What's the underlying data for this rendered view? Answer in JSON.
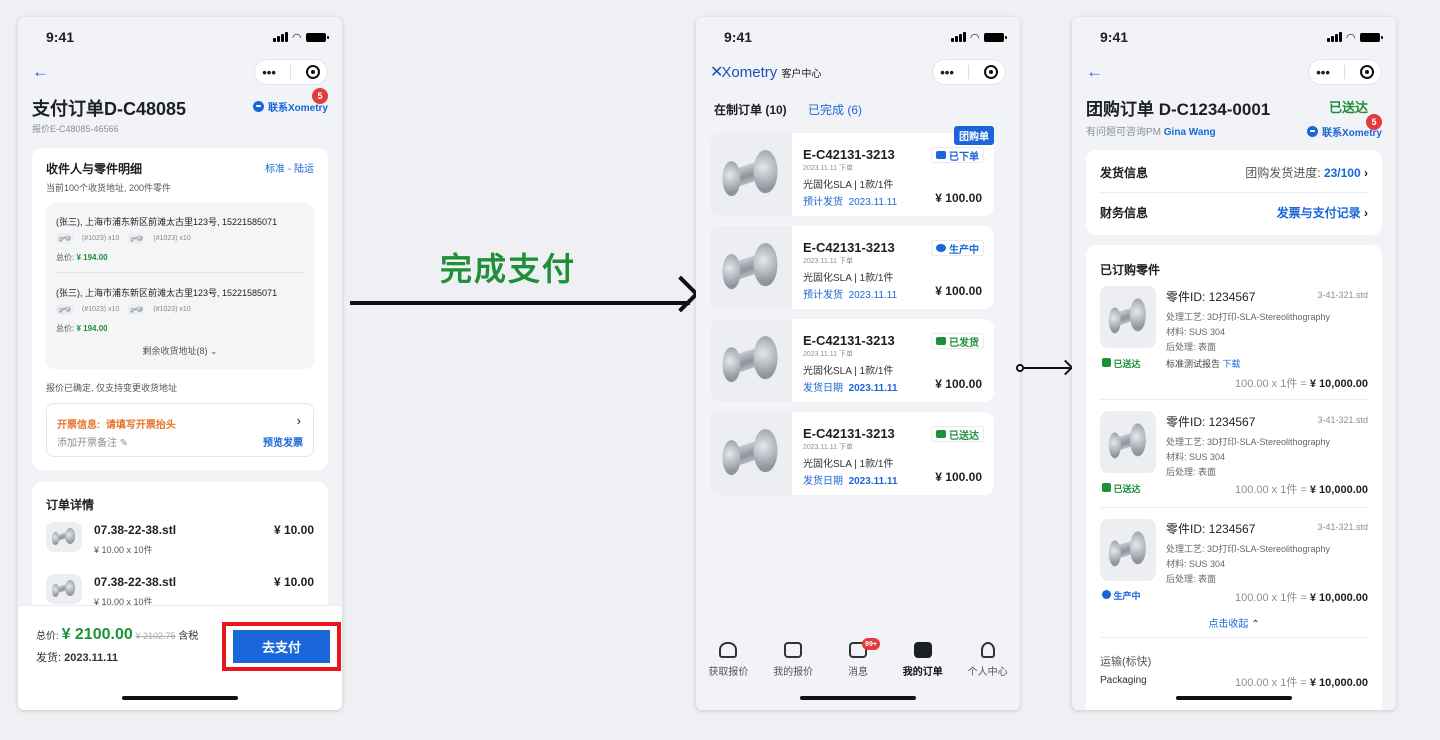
{
  "status": {
    "time": "9:41"
  },
  "p1": {
    "title": "支付订单D-C48085",
    "contact": "联系Xometry",
    "badge": "5",
    "quote_no": "报价E-C48085-46566",
    "recipients": {
      "title": "收件人与零件明细",
      "mode": "标准 - 陆运",
      "subtitle": "当前100个收货地址, 200件零件",
      "addr1": "(张三), 上海市浦东新区前滩太古里123号, 15221585071",
      "addr2": "(张三), 上海市浦东新区前滩太古里123号, 15221585071",
      "item_a": "(#1023) x10",
      "item_b": "(#1023) x10",
      "total_label": "总价:",
      "total1": "¥ 194.00",
      "total2": "¥ 194.00",
      "more": "剩余收货地址(8)",
      "note": "报价已确定, 仅支持变更收货地址"
    },
    "invoice": {
      "label": "开票信息:",
      "prompt": "请填写开票抬头",
      "remark": "添加开票备注",
      "preview": "预览发票",
      "chevron": "›"
    },
    "details": {
      "title": "订单详情",
      "rows": [
        {
          "name": "07.38-22-38.stl",
          "sub": "¥ 10.00 x 10件",
          "price": "¥ 10.00"
        },
        {
          "name": "07.38-22-38.stl",
          "sub": "¥ 10.00 x 10件",
          "price": "¥ 10.00"
        }
      ]
    },
    "footer": {
      "total_label": "总价:",
      "total": "¥ 2100.00",
      "original": "¥ 2102.75",
      "tax": "含税",
      "ship_label": "发货:",
      "ship_date": "2023.11.11",
      "pay": "去支付"
    }
  },
  "flow": {
    "label": "完成支付"
  },
  "p2": {
    "brand": "Xometry",
    "brand_sub": "客户中心",
    "tab_active": "在制订单 (10)",
    "tab_done": "已完成 (6)",
    "group_badge": "团购单",
    "orders": [
      {
        "id": "E-C42131-3213",
        "date": "2023.11.11 下单",
        "spec": "光固化SLA | 1款/1件",
        "ship_label": "预计发货",
        "ship_date": "2023.11.11",
        "price": "¥ 100.00",
        "status": "已下单",
        "status_color": "#1a66d9"
      },
      {
        "id": "E-C42131-3213",
        "date": "2023.11.11 下单",
        "spec": "光固化SLA | 1款/1件",
        "ship_label": "预计发货",
        "ship_date": "2023.11.11",
        "price": "¥ 100.00",
        "status": "生产中",
        "status_color": "#1a66d9"
      },
      {
        "id": "E-C42131-3213",
        "date": "2023.11.11 下单",
        "spec": "光固化SLA | 1款/1件",
        "ship_label": "发货日期",
        "ship_date": "2023.11.11",
        "price": "¥ 100.00",
        "status": "已发货",
        "status_color": "#1f8f3a"
      },
      {
        "id": "E-C42131-3213",
        "date": "2023.11.11 下单",
        "spec": "光固化SLA | 1款/1件",
        "ship_label": "发货日期",
        "ship_date": "2023.11.11",
        "price": "¥ 100.00",
        "status": "已送达",
        "status_color": "#1f8f3a"
      }
    ],
    "tabs": [
      {
        "label": "获取报价",
        "icon": "home-icon"
      },
      {
        "label": "我的报价",
        "icon": "chart-icon"
      },
      {
        "label": "消息",
        "icon": "message-icon",
        "badge": "99+"
      },
      {
        "label": "我的订单",
        "icon": "orders-icon"
      },
      {
        "label": "个人中心",
        "icon": "user-icon"
      }
    ]
  },
  "p3": {
    "title": "团购订单 D-C1234-0001",
    "status": "已送达",
    "pm_prefix": "有问题可咨询PM",
    "pm_name": "Gina Wang",
    "contact": "联系Xometry",
    "badge": "5",
    "ship_info": "发货信息",
    "ship_progress_label": "团购发货进度:",
    "ship_progress": "23/100",
    "finance": "财务信息",
    "finance_link": "发票与支付记录",
    "parts_title": "已订购零件",
    "parts": [
      {
        "id": "零件ID: 1234567",
        "file": "3-41-321.std",
        "process": "处理工艺: 3D打印-SLA-Stereolithography",
        "material": "材料:  SUS 304",
        "post": "后处理:  表面",
        "status": "已送达",
        "report": "标准测试报告",
        "download": "下载",
        "qty": "100.00  x  1件  =",
        "amount": "¥ 10,000.00"
      },
      {
        "id": "零件ID: 1234567",
        "file": "3-41-321.std",
        "process": "处理工艺: 3D打印-SLA-Stereolithography",
        "material": "材料:  SUS 304",
        "post": "后处理:  表面",
        "status": "已送达",
        "qty": "100.00  x  1件  =",
        "amount": "¥ 10,000.00"
      },
      {
        "id": "零件ID: 1234567",
        "file": "3-41-321.std",
        "process": "处理工艺: 3D打印-SLA-Stereolithography",
        "material": "材料:  SUS 304",
        "post": "后处理:  表面",
        "status": "生产中",
        "qty": "100.00  x  1件  =",
        "amount": "¥ 10,000.00"
      }
    ],
    "collapse": "点击收起",
    "shipping_title": "运输(标快)",
    "packaging": "Packaging",
    "pack_qty": "100.00  x  1件  =",
    "pack_amount": "¥ 10,000.00"
  }
}
